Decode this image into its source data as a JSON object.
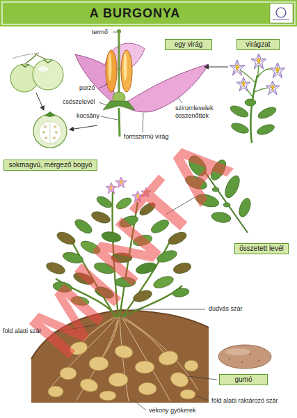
{
  "diagram": {
    "title": "A BURGONYA",
    "nodes": [
      {
        "text": [
          "egy virág"
        ]
      },
      {
        "text": [
          "virágzat"
        ]
      },
      {
        "text": [
          "sokmagvú, mérgező bogyó"
        ]
      },
      {
        "text": [
          "összetett levél"
        ]
      },
      {
        "text": [
          "gumó"
        ]
      }
    ],
    "labels": [
      "termő",
      "porzó",
      "csészelevél",
      "kocsány",
      "forrtszirmú virág",
      "sziromlevelek összenőttek",
      "dudvás szár",
      "föld alatti szár",
      "föld alatti raktározó szár",
      "vékony gyökerek",
      "MINTA"
    ]
  }
}
